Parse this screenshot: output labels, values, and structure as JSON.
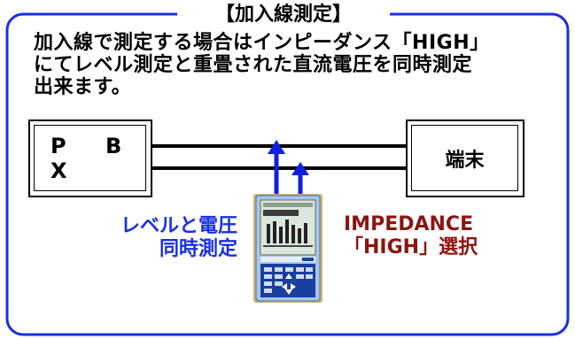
{
  "title": "【加入線測定】",
  "description": [
    "加入線で測定する場合はインピーダンス「HIGH」",
    "にてレベル測定と重畳された直流電圧を同時測定",
    "出来ます。"
  ],
  "nodes": {
    "left": "P B X",
    "right": "端末"
  },
  "captions": {
    "left": [
      "レベルと電圧",
      "同時測定"
    ],
    "right": [
      "IMPEDANCE",
      "「HIGH」選択"
    ]
  },
  "colors": {
    "frame": "#1a2fe0",
    "arrow": "#1020e0",
    "caption_left": "#1a2fe0",
    "caption_right": "#8b1510",
    "device_body": "#a9c6e8",
    "device_keypad": "#1a3f9e",
    "device_screen": "#dbe6dc"
  }
}
